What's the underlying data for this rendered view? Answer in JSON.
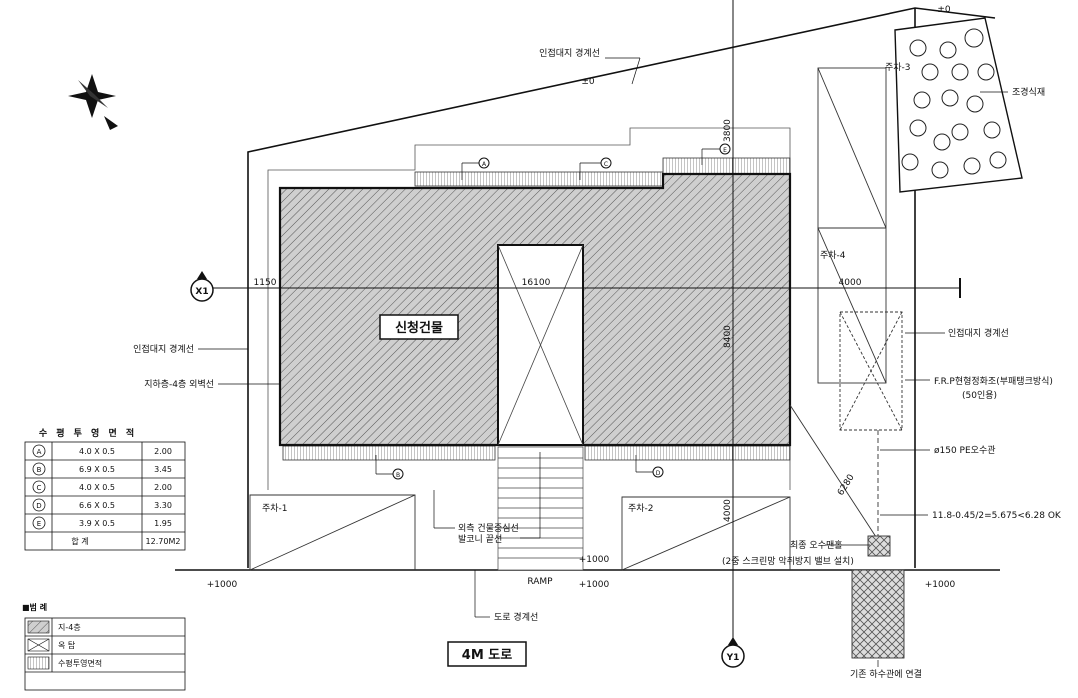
{
  "labels": {
    "elev_top": "±0",
    "elev_left": "±0",
    "neighbor_boundary_top": "인접대지 경계선",
    "neighbor_boundary_left": "인접대지 경계선",
    "neighbor_boundary_right": "인접대지 경계선",
    "basement_wall": "지하층-4층 외벽선",
    "new_building": "신청건물",
    "landscape": "조경식재",
    "frp_tank_line1": "F.R.P현형정화조(부패탱크방식)",
    "frp_tank_line2": "(50인용)",
    "pe_pipe": "ø150 PE오수관",
    "calc": "11.8-0.45/2=5.675<6.28 OK",
    "final_manhole_line1": "최종 오수맨홀",
    "final_manhole_line2": "(2중 스크린망 악취방지 밸브 설치)",
    "existing_sewer": "기존 하수관에 연결",
    "road_boundary": "도로 경계선",
    "ramp": "RAMP",
    "wall_center": "외측 건물중심선",
    "balcony": "발코니 끝선",
    "road": "4M 도로"
  },
  "parking": [
    "주차-1",
    "주차-2",
    "주차-3",
    "주차-4"
  ],
  "markers": {
    "a": "A",
    "b": "B",
    "c": "C",
    "d": "D",
    "e": "E"
  },
  "axes": {
    "x1": "X1",
    "y1": "Y1"
  },
  "elevations": {
    "p1": "+1000",
    "p2": "+1000",
    "p3": "+1000",
    "p4": "+1000"
  },
  "dimensions": {
    "d1150": "1150",
    "d16100": "16100",
    "d4000a": "4000",
    "d3800": "3800",
    "d8400": "8400",
    "d4000b": "4000",
    "d6280": "6280"
  },
  "area_table": {
    "title": "수 평 투 영 면 적",
    "rows": [
      {
        "id": "A",
        "formula": "4.0 X 0.5",
        "area": "2.00"
      },
      {
        "id": "B",
        "formula": "6.9 X 0.5",
        "area": "3.45"
      },
      {
        "id": "C",
        "formula": "4.0 X 0.5",
        "area": "2.00"
      },
      {
        "id": "D",
        "formula": "6.6 X 0.5",
        "area": "3.30"
      },
      {
        "id": "E",
        "formula": "3.9 X 0.5",
        "area": "1.95"
      }
    ],
    "total_label": "합 계",
    "total_value": "12.70M2"
  },
  "legend": {
    "title": "■범 례",
    "items": [
      "지-4층",
      "옥 탑",
      "수평투영면적"
    ]
  }
}
